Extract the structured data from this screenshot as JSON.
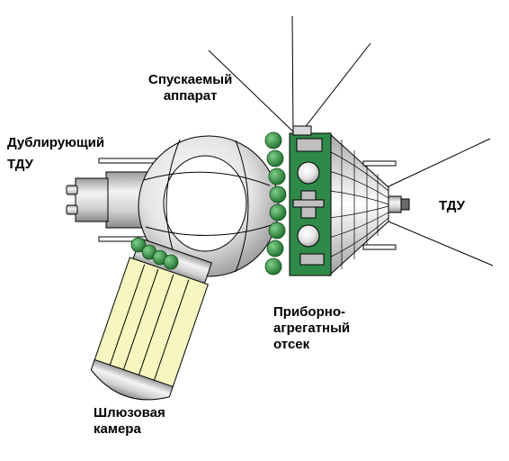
{
  "labels": {
    "descent_module": [
      "Спускаемый",
      "аппарат"
    ],
    "backup_engine": [
      "Дублирующий",
      "ТДУ"
    ],
    "main_engine": [
      "ТДУ"
    ],
    "instrument_module": [
      "Приборно-",
      "агрегатный",
      "отсек"
    ],
    "airlock": [
      "Шлюзовая",
      "камера"
    ]
  },
  "colors": {
    "outline": "#000000",
    "sphere_light": "#ffffff",
    "sphere_dark": "#9a9a9a",
    "module_green": "#2f8a4a",
    "bead_green": "#2e8b3e",
    "airlock_yellow": "#f6f6c0",
    "cone_grey": "#cfcfcf"
  }
}
